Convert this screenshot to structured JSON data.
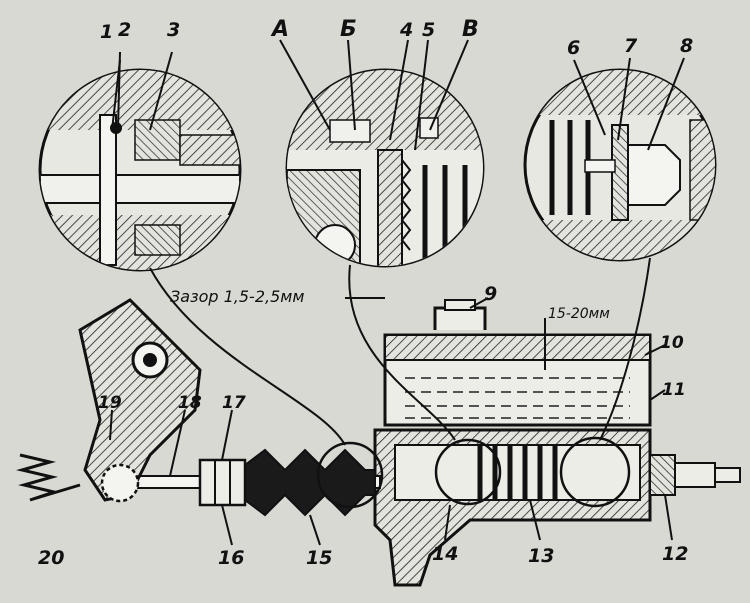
{
  "labels": {
    "n1": "1",
    "n2": "2",
    "n3": "3",
    "A": "А",
    "B": "Б",
    "n4": "4",
    "n5": "5",
    "V": "В",
    "n6": "6",
    "n7": "7",
    "n8": "8",
    "n9": "9",
    "n10": "10",
    "n11": "11",
    "n12": "12",
    "n13": "13",
    "n14": "14",
    "n15": "15",
    "n16": "16",
    "n17": "17",
    "n18": "18",
    "n19": "19",
    "n20": "20"
  },
  "annotations": {
    "gap": "Зазор 1,5-2,5мм",
    "fluid_level": "15-20мм"
  }
}
